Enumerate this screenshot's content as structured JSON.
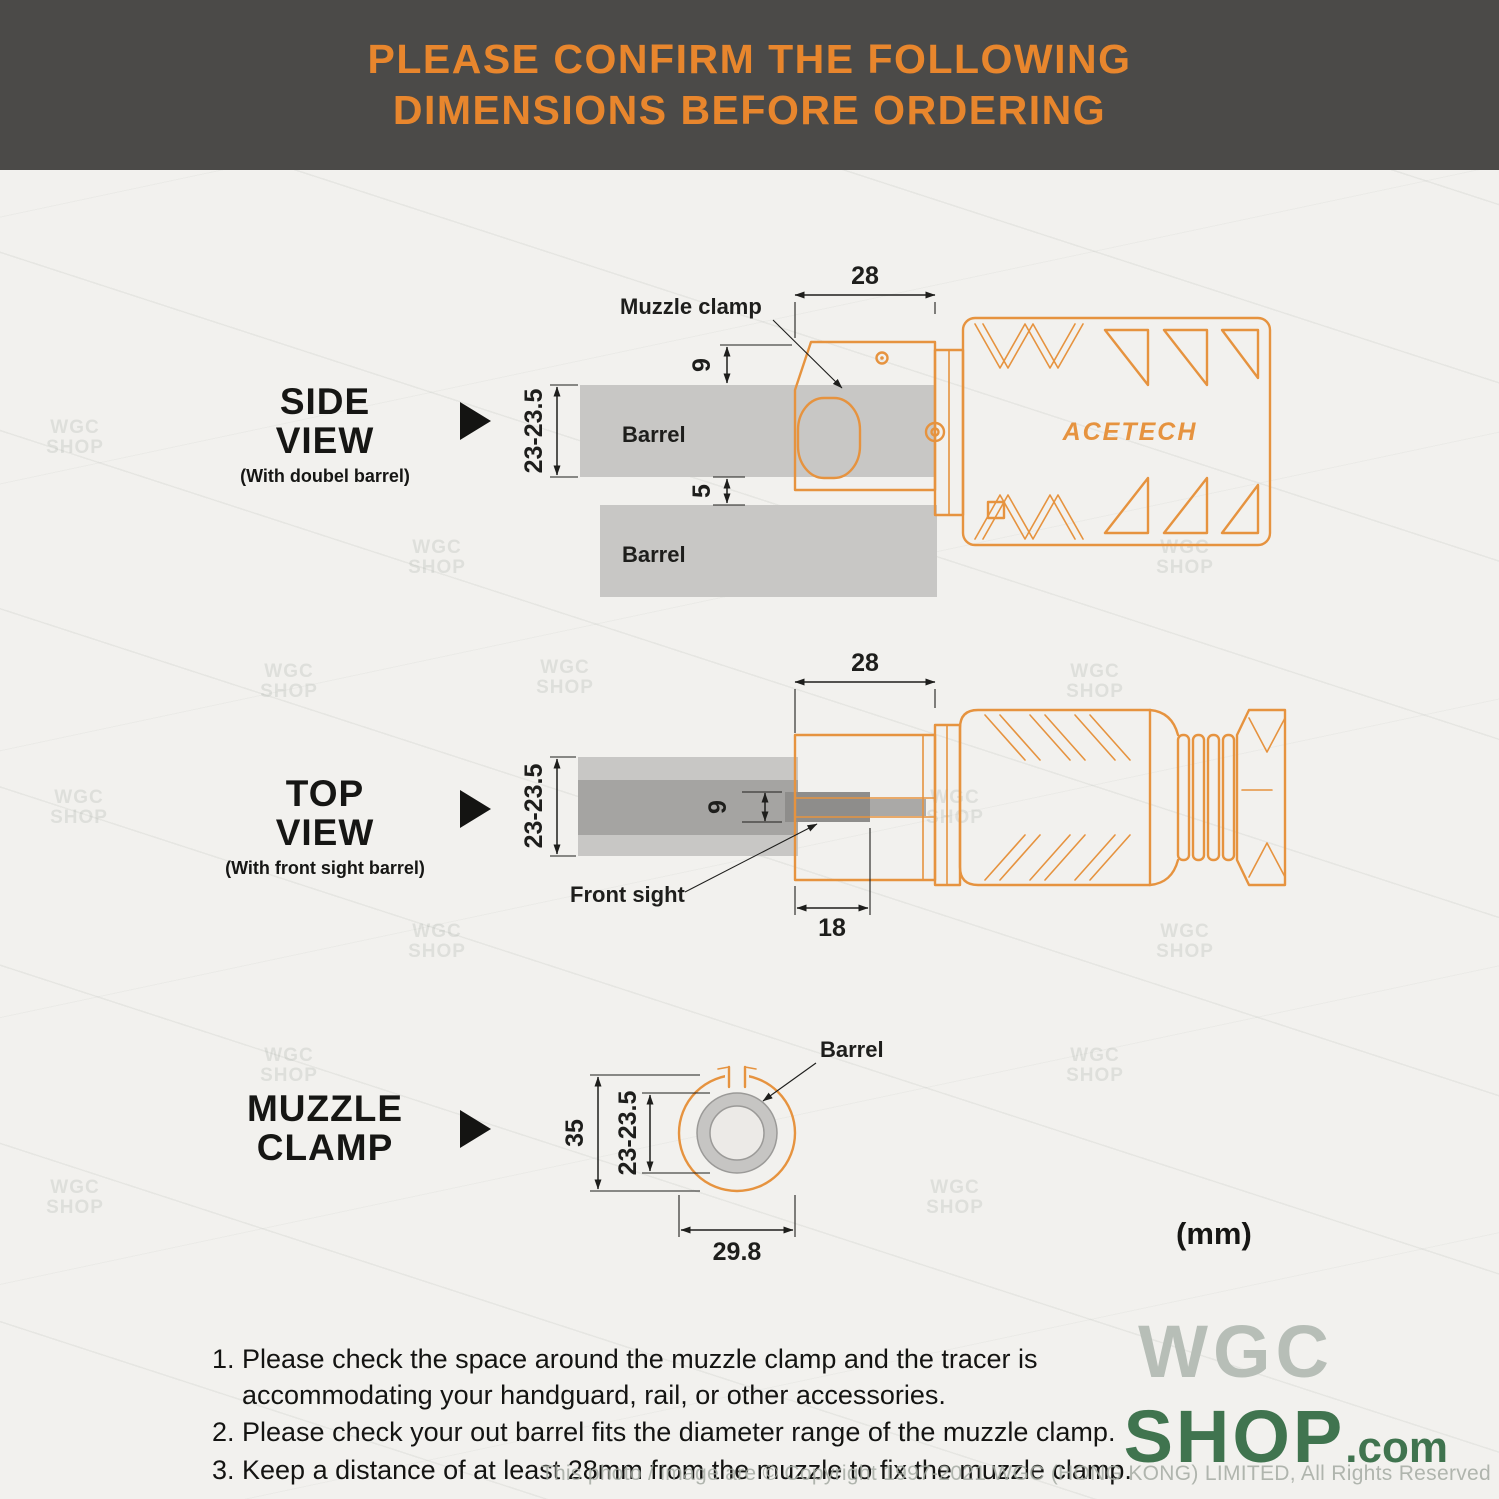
{
  "header": {
    "line1": "PLEASE CONFIRM THE FOLLOWING",
    "line2": "DIMENSIONS BEFORE ORDERING"
  },
  "side_view": {
    "title1": "SIDE",
    "title2": "VIEW",
    "subtitle": "(With doubel barrel)",
    "muzzle_clamp_label": "Muzzle clamp",
    "barrel_top_label": "Barrel",
    "barrel_bottom_label": "Barrel",
    "brand": "ACETECH",
    "dims": {
      "clamp_space": "28",
      "clamp_above_barrel": "9",
      "barrel_od": "23-23.5",
      "barrel_gap": "5"
    }
  },
  "top_view": {
    "title1": "TOP",
    "title2": "VIEW",
    "subtitle": "(With front sight barrel)",
    "front_sight_label": "Front sight",
    "dims": {
      "clamp_space": "28",
      "barrel_od": "23-23.5",
      "sight_width": "9",
      "sight_length": "18"
    }
  },
  "muzzle_clamp": {
    "title1": "MUZZLE",
    "title2": "CLAMP",
    "barrel_label": "Barrel",
    "dims": {
      "outer_height": "35",
      "inner_diameter": "23-23.5",
      "outer_width": "29.8"
    }
  },
  "units_label": "(mm)",
  "notes": [
    "1. Please check the space around the muzzle clamp and the tracer is\n    accommodating your handguard, rail, or other accessories.",
    "2. Please check your out barrel fits the diameter range of the muzzle clamp.",
    "3. Keep a distance of at least 28mm from the muzzle to fix the muzzle clamp."
  ],
  "watermark": {
    "wgc": "WGC",
    "shop": "SHOP",
    "com": ".com"
  },
  "tile": {
    "line1": "WGC",
    "line2": "SHOP"
  },
  "copyright": "This photo / image are © Copyright 1997-2021 WGC (HONG KONG) LIMITED, All Rights Reserved",
  "colors": {
    "header_bg": "#4B4A48",
    "accent_orange": "#E8862D",
    "drawing_orange": "#E6933F",
    "barrel_gray": "#C8C7C5",
    "shop_green": "#40744F",
    "wgc_gray": "#B7BEB7"
  }
}
